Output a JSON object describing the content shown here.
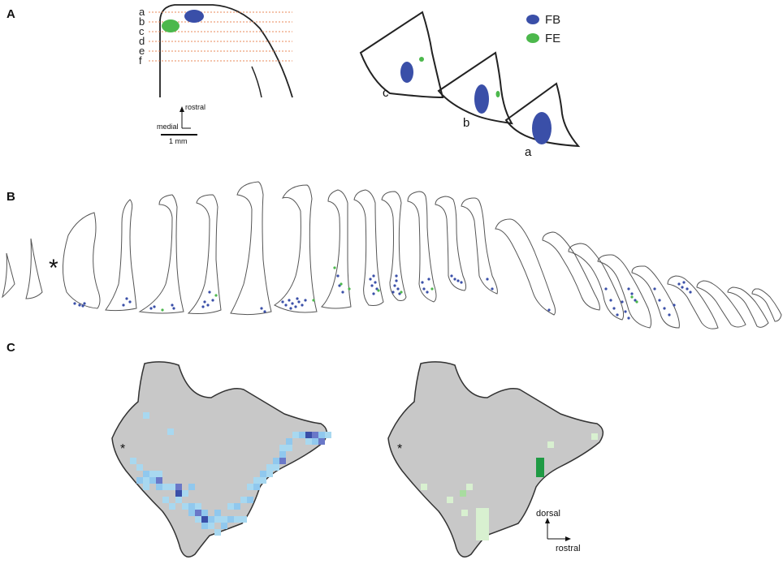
{
  "panel_a": {
    "label": "A",
    "levels": [
      "a",
      "b",
      "c",
      "d",
      "e",
      "f"
    ],
    "orientation": {
      "rostral": "rostral",
      "medial": "medial"
    },
    "scale_bar": "1 mm",
    "sections": [
      "c",
      "b",
      "a"
    ],
    "legend": [
      {
        "name": "FB",
        "color": "#3a4fa8"
      },
      {
        "name": "FE",
        "color": "#4cb84c"
      }
    ]
  },
  "panel_b": {
    "label": "B",
    "asterisk": "*"
  },
  "panel_c": {
    "label": "C",
    "asterisk_left": "*",
    "asterisk_right": "*",
    "orientation": {
      "dorsal": "dorsal",
      "rostral": "rostral"
    },
    "map_fill": "#c8c8c8"
  },
  "colors": {
    "fb_blue": "#3a4fa8",
    "fe_green": "#4cb84c",
    "level_line": "#e8895a",
    "outline": "#333333"
  }
}
